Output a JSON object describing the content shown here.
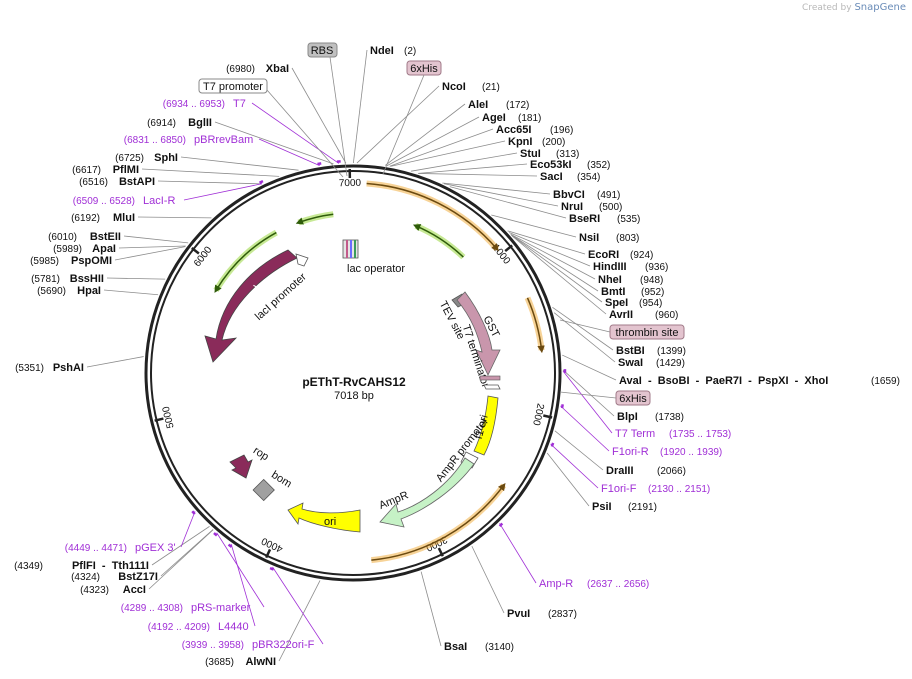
{
  "credit": {
    "prefix": "Created by",
    "brand": "SnapGene"
  },
  "plasmid": {
    "name": "pEThT-RvCAHS12",
    "size_label": "7018 bp",
    "length": 7018
  },
  "colors": {
    "backbone": "#222222",
    "leader": "#8c8c8c",
    "primer": "#a02fd6",
    "gst": "#c996ac",
    "laci": "#8a2b5a",
    "ampr": "#c6f2c6",
    "ori": "#ffff00",
    "orange_arrow": "#f0a830",
    "green_arrow": "#6da821",
    "rop": "#8a2b5a",
    "bom": "#a0a0a0"
  },
  "ticks": [
    "1000",
    "2000",
    "3000",
    "4000",
    "5000",
    "6000",
    "7000"
  ],
  "sites": [
    {
      "name": "NdeI",
      "pos": "(2)"
    },
    {
      "name": "NcoI",
      "pos": "(21)"
    },
    {
      "name": "AleI",
      "pos": "(172)"
    },
    {
      "name": "AgeI",
      "pos": "(181)"
    },
    {
      "name": "Acc65I",
      "pos": "(196)"
    },
    {
      "name": "KpnI",
      "pos": "(200)"
    },
    {
      "name": "StuI",
      "pos": "(313)"
    },
    {
      "name": "Eco53kI",
      "pos": "(352)"
    },
    {
      "name": "SacI",
      "pos": "(354)"
    },
    {
      "name": "BbvCI",
      "pos": "(491)"
    },
    {
      "name": "NruI",
      "pos": "(500)"
    },
    {
      "name": "BseRI",
      "pos": "(535)"
    },
    {
      "name": "NsiI",
      "pos": "(803)"
    },
    {
      "name": "EcoRI",
      "pos": "(924)"
    },
    {
      "name": "HindIII",
      "pos": "(936)"
    },
    {
      "name": "NheI",
      "pos": "(948)"
    },
    {
      "name": "BmtI",
      "pos": "(952)"
    },
    {
      "name": "SpeI",
      "pos": "(954)"
    },
    {
      "name": "AvrII",
      "pos": "(960)"
    },
    {
      "name": "BstBI",
      "pos": "(1399)"
    },
    {
      "name": "SwaI",
      "pos": "(1429)"
    },
    {
      "name": "AvaI  -  BsoBI  -  PaeR7I  -  PspXI  -  XhoI",
      "pos": "(1659)"
    },
    {
      "name": "BlpI",
      "pos": "(1738)"
    },
    {
      "name": "DraIII",
      "pos": "(2066)"
    },
    {
      "name": "PsiI",
      "pos": "(2191)"
    },
    {
      "name": "PvuI",
      "pos": "(2837)"
    },
    {
      "name": "BsaI",
      "pos": "(3140)"
    },
    {
      "name": "AlwNI",
      "pos": "(3685)"
    },
    {
      "name": "AccI",
      "pos": "(4323)"
    },
    {
      "name": "BstZ17I",
      "pos": "(4324)"
    },
    {
      "name": "PflFI  -  Tth111I",
      "pos": "(4349)"
    },
    {
      "name": "PshAI",
      "pos": "(5351)"
    },
    {
      "name": "HpaI",
      "pos": "(5690)"
    },
    {
      "name": "BssHII",
      "pos": "(5781)"
    },
    {
      "name": "PspOMI",
      "pos": "(5985)"
    },
    {
      "name": "ApaI",
      "pos": "(5989)"
    },
    {
      "name": "BstEII",
      "pos": "(6010)"
    },
    {
      "name": "MluI",
      "pos": "(6192)"
    },
    {
      "name": "BstAPI",
      "pos": "(6516)"
    },
    {
      "name": "PflMI",
      "pos": "(6617)"
    },
    {
      "name": "SphI",
      "pos": "(6725)"
    },
    {
      "name": "BglII",
      "pos": "(6914)"
    },
    {
      "name": "XbaI",
      "pos": "(6980)"
    }
  ],
  "primers": [
    {
      "name": "T7",
      "pos": "(6934 .. 6953)"
    },
    {
      "name": "pBRrevBam",
      "pos": "(6831 .. 6850)"
    },
    {
      "name": "LacI-R",
      "pos": "(6509 .. 6528)"
    },
    {
      "name": "T7 Term",
      "pos": "(1735 .. 1753)"
    },
    {
      "name": "F1ori-R",
      "pos": "(1920 .. 1939)"
    },
    {
      "name": "F1ori-F",
      "pos": "(2130 .. 2151)"
    },
    {
      "name": "Amp-R",
      "pos": "(2637 .. 2656)"
    },
    {
      "name": "pGEX 3'",
      "pos": "(4449 .. 4471)"
    },
    {
      "name": "pRS-marker",
      "pos": "(4289 .. 4308)"
    },
    {
      "name": "L4440",
      "pos": "(4192 .. 4209)"
    },
    {
      "name": "pBR322ori-F",
      "pos": "(3939 .. 3958)"
    }
  ],
  "boxed_labels": {
    "rbs": "RBS",
    "his_top": "6xHis",
    "t7_promoter": "T7 promoter",
    "thrombin": "thrombin site",
    "his_right": "6xHis"
  },
  "features": {
    "lac_operator": "lac operator",
    "lacI": "lacI",
    "lacI_promoter": "lacI promoter",
    "tev_site": "TEV site",
    "gst": "GST",
    "t7_terminator": "T7 terminator",
    "f1_ori": "f1 ori",
    "ampr_promoter": "AmpR promoter",
    "ampr": "AmpR",
    "ori": "ori",
    "rop": "rop",
    "bom": "bom"
  }
}
